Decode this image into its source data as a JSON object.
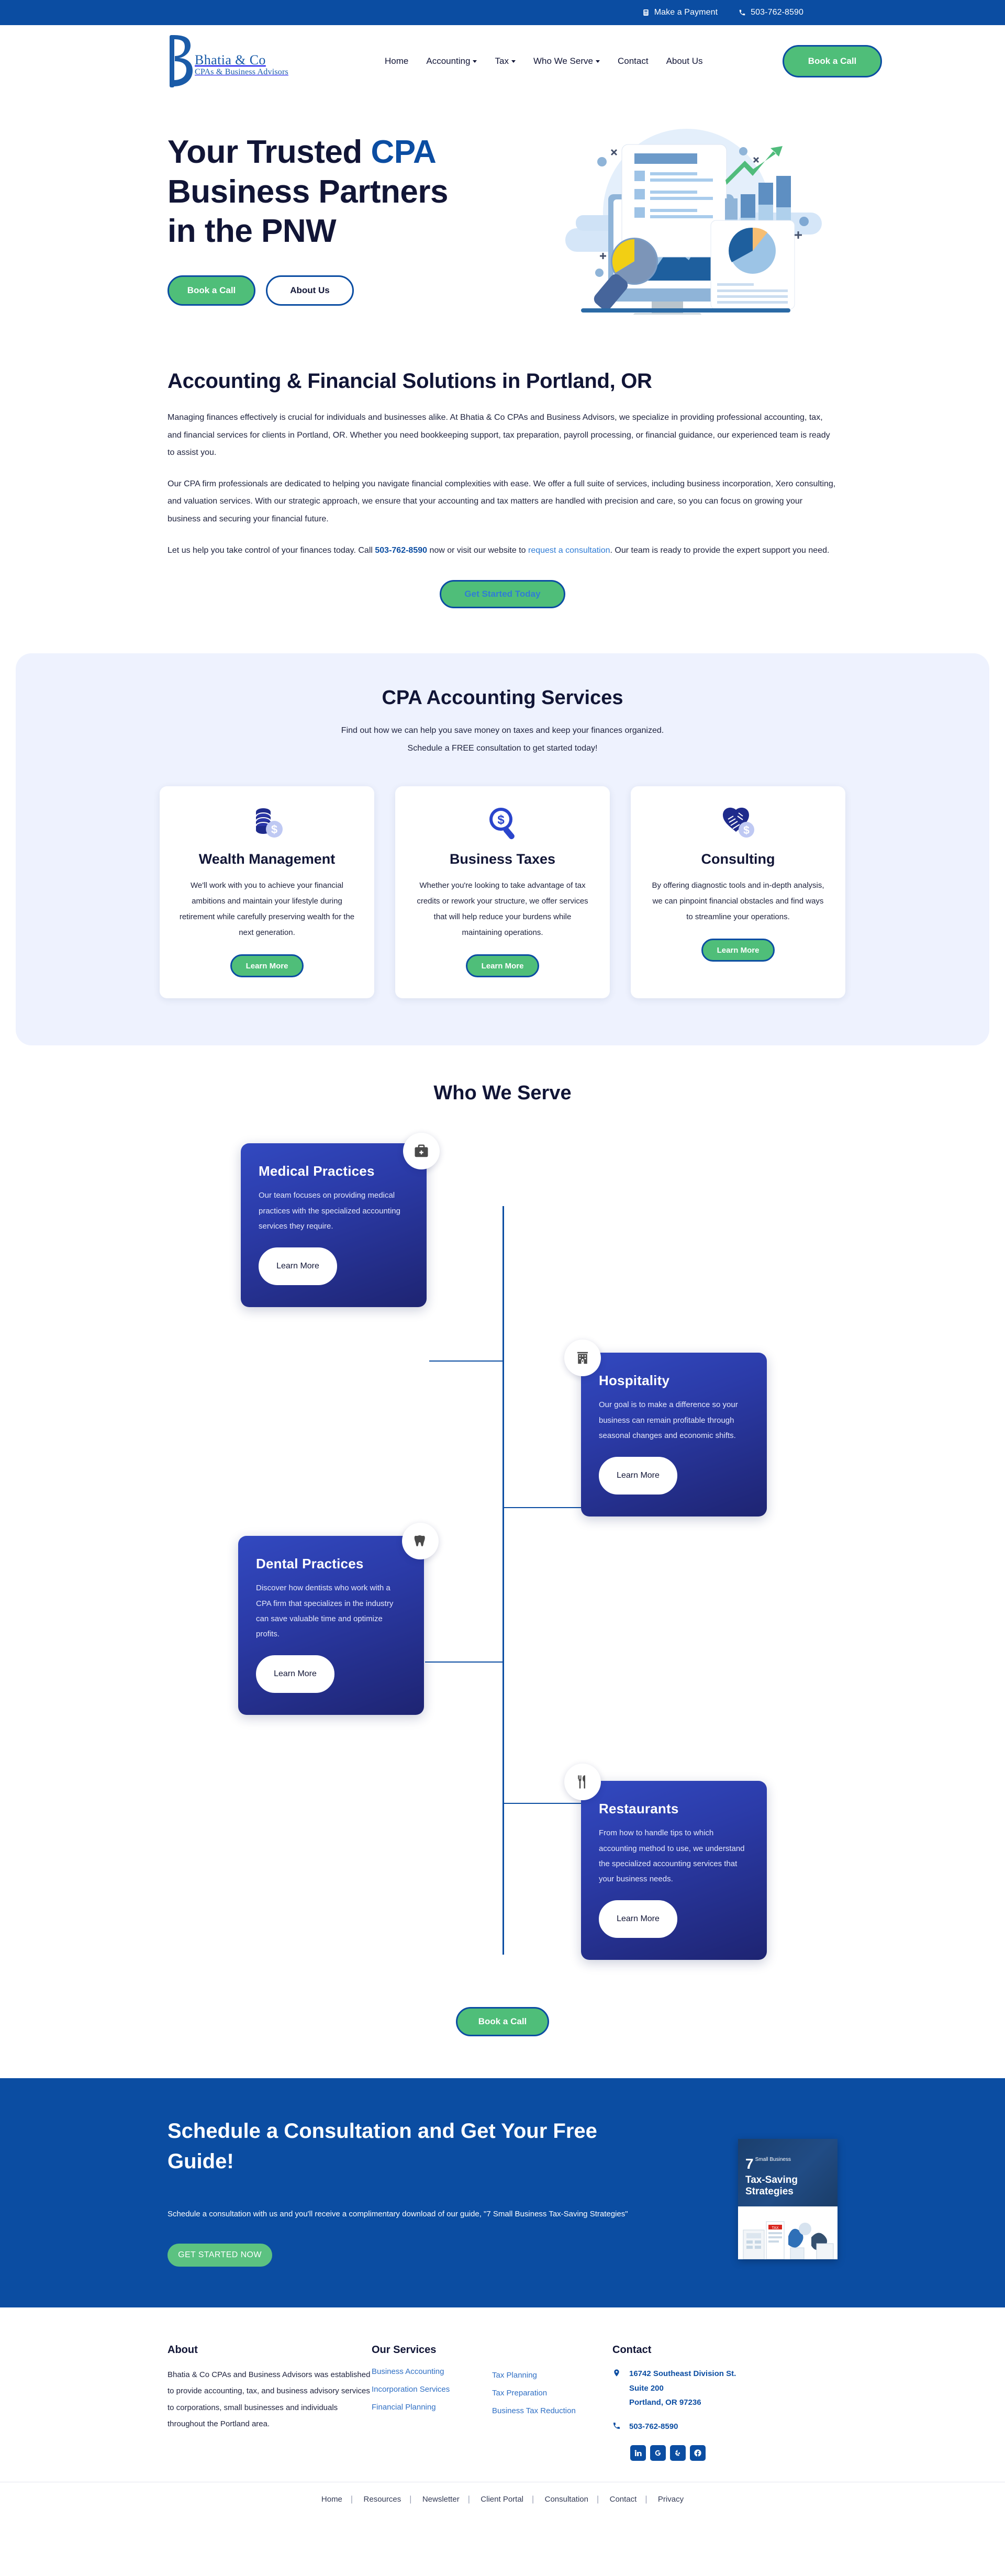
{
  "topbar": {
    "payment_label": "Make a Payment",
    "payment_icon": "credit-card-icon",
    "phone": "503-762-8590",
    "phone_icon": "phone-icon"
  },
  "header": {
    "logo_letter": "B",
    "logo_name": "Bhatia & Co",
    "logo_sub": "CPAs & Business Advisors",
    "nav": [
      {
        "label": "Home",
        "has_caret": false
      },
      {
        "label": "Accounting",
        "has_caret": true
      },
      {
        "label": "Tax",
        "has_caret": true
      },
      {
        "label": "Who We Serve",
        "has_caret": true
      },
      {
        "label": "Contact",
        "has_caret": false
      },
      {
        "label": "About Us",
        "has_caret": false
      }
    ],
    "cta_label": "Book a Call"
  },
  "hero": {
    "title_line1_a": "Your Trusted ",
    "title_line1_b": "CPA",
    "title_line2": "Business Partners",
    "title_line3": "in the PNW",
    "primary_btn": "Book a Call",
    "secondary_btn": "About Us",
    "illustration": "accounting-analytics-illustration"
  },
  "intro": {
    "heading": "Accounting & Financial Solutions in Portland, OR",
    "p1": "Managing finances effectively is crucial for individuals and businesses alike. At Bhatia & Co CPAs and Business Advisors, we specialize in providing professional accounting, tax, and financial services for clients in Portland, OR. Whether you need bookkeeping support, tax preparation, payroll processing, or financial guidance, our experienced team is ready to assist you.",
    "p2": "Our CPA firm professionals are dedicated to helping you navigate financial complexities with ease. We offer a full suite of services, including business incorporation, Xero consulting, and valuation services. With our strategic approach, we ensure that your accounting and tax matters are handled with precision and care, so you can focus on growing your business and securing your financial future.",
    "p3_a": "Let us help you take control of your finances today. Call ",
    "p3_phone": "503-762-8590",
    "p3_b": " now or visit our website to ",
    "p3_link": "request a consultation",
    "p3_c": ". Our team is ready to provide the expert support you need.",
    "cta_label": "Get Started Today"
  },
  "services": {
    "heading": "CPA Accounting Services",
    "sub1": "Find out how we can help you save money on taxes and keep your finances organized.",
    "sub2": "Schedule a FREE consultation to get started today!",
    "cards": [
      {
        "icon": "coin-stack-dollar-icon",
        "title": "Wealth Management",
        "body": "We'll work with you to achieve your financial ambitions and maintain your lifestyle during retirement while carefully preserving wealth for the next generation.",
        "button": "Learn More"
      },
      {
        "icon": "magnifier-dollar-icon",
        "title": "Business Taxes",
        "body": "Whether you're looking to take advantage of tax credits or rework your structure, we offer services that will help reduce your burdens while maintaining operations.",
        "button": "Learn More"
      },
      {
        "icon": "handshake-dollar-icon",
        "title": "Consulting",
        "body": "By offering diagnostic tools and in-depth analysis, we can pinpoint financial obstacles and find ways to streamline your operations.",
        "button": "Learn More"
      }
    ]
  },
  "serve": {
    "heading": "Who We Serve",
    "items": [
      {
        "icon": "medical-briefcase-icon",
        "title": "Medical Practices",
        "body": "Our team focuses on providing medical practices with the specialized accounting services they require.",
        "button": "Learn More"
      },
      {
        "icon": "hotel-building-icon",
        "title": "Hospitality",
        "body": "Our goal is to make a difference so your business can remain profitable through seasonal changes and economic shifts.",
        "button": "Learn More"
      },
      {
        "icon": "tooth-icon",
        "title": "Dental Practices",
        "body": "Discover how dentists who work with a CPA firm that specializes in the industry can save valuable time and optimize profits.",
        "button": "Learn More"
      },
      {
        "icon": "fork-knife-icon",
        "title": "Restaurants",
        "body": "From how to handle tips to which accounting method to use, we understand the specialized accounting services that your business needs.",
        "button": "Learn More"
      }
    ],
    "cta_label": "Book a Call"
  },
  "consult": {
    "heading": "Schedule a Consultation and Get Your Free Guide!",
    "body": "Schedule a consultation with us and you'll receive a complimentary download of our guide, \"7 Small Business Tax-Saving Strategies\"",
    "cta_label": "GET STARTED NOW",
    "guide": {
      "number": "7",
      "kicker": "Small Business",
      "title": "Tax-Saving Strategies"
    }
  },
  "footer": {
    "about_title": "About",
    "about_body": "Bhatia & Co CPAs and Business Advisors was established to provide accounting, tax, and business advisory services to corporations, small businesses and individuals throughout the Portland area.",
    "services_title": "Our Services",
    "services_col1": [
      "Business Accounting",
      "Incorporation Services",
      "Financial Planning"
    ],
    "services_col2": [
      "Tax Planning",
      "Tax Preparation",
      "Business Tax Reduction"
    ],
    "contact_title": "Contact",
    "address_line1": "16742 Southeast Division St.",
    "address_line2": "Suite 200",
    "address_line3": "Portland, OR 97236",
    "phone": "503-762-8590",
    "address_icon": "map-pin-icon",
    "phone_icon": "phone-icon",
    "socials": [
      "linkedin-icon",
      "google-icon",
      "yelp-icon",
      "facebook-icon"
    ],
    "bottom_links": [
      "Home",
      "Resources",
      "Newsletter",
      "Client Portal",
      "Consultation",
      "Contact",
      "Privacy"
    ]
  },
  "colors": {
    "brand_blue": "#0B4DA2",
    "accent_green": "#4FBE79",
    "card_gradient_start": "#3249C0",
    "card_gradient_end": "#1E2472",
    "services_bg": "#EEF2FE",
    "link_blue": "#2F7CD6"
  }
}
